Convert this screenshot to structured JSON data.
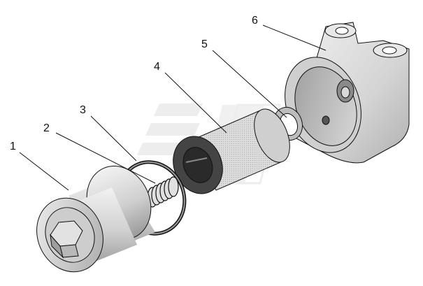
{
  "callouts": [
    {
      "label": "1"
    },
    {
      "label": "2"
    },
    {
      "label": "3"
    },
    {
      "label": "4"
    },
    {
      "label": "5"
    },
    {
      "label": "6"
    }
  ],
  "colors": {
    "line": "#111111",
    "metal_light": "#e6e6e6",
    "metal_mid": "#c4c4c4",
    "metal_dark": "#8a8a8a",
    "filter_dark": "#3a3a3a",
    "watermark": "#e0e0e0"
  }
}
